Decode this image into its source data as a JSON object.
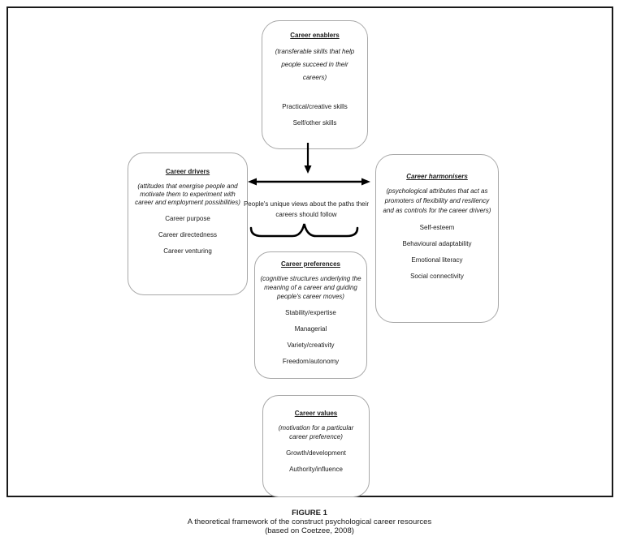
{
  "figure": {
    "boxes": [
      {
        "id": "enablers",
        "title": "Career enablers",
        "description": "(transferable skills that help people succeed in their careers)",
        "items": [
          "Practical/creative skills",
          "Self/other skills"
        ]
      },
      {
        "id": "drivers",
        "title": "Career drivers",
        "description": "(attitudes that energise people and motivate them to experiment with career and employment possibilities)",
        "items": [
          "Career purpose",
          "Career directedness",
          "Career venturing"
        ]
      },
      {
        "id": "harmonisers",
        "title": "Career harmonisers",
        "description": "(psychological attributes that act as promoters of flexibility and resiliency and as controls for the career drivers)",
        "items": [
          "Self-esteem",
          "Behavioural adaptability",
          "Emotional literacy",
          "Social connectivity"
        ]
      },
      {
        "id": "preferences",
        "title": "Career preferences",
        "description": "(cognitive structures underlying the meaning of a career and guiding people's career moves)",
        "items": [
          "Stability/expertise",
          "Managerial",
          "Variety/creativity",
          "Freedom/autonomy"
        ]
      },
      {
        "id": "values",
        "title": "Career values",
        "description": "(motivation for a particular career preference)",
        "items": [
          "Growth/development",
          "Authority/influence"
        ]
      }
    ],
    "center_note": "People's unique views about the paths their careers should follow",
    "caption": {
      "label": "FIGURE 1",
      "title": "A theoretical framework of the construct psychological career resources",
      "source": "(based on Coetzee, 2008)"
    },
    "colors": {
      "frame_border": "#1a1a1a",
      "box_border": "#a8a8a8",
      "arrow": "#000000",
      "text": "#1a1a1a"
    }
  }
}
